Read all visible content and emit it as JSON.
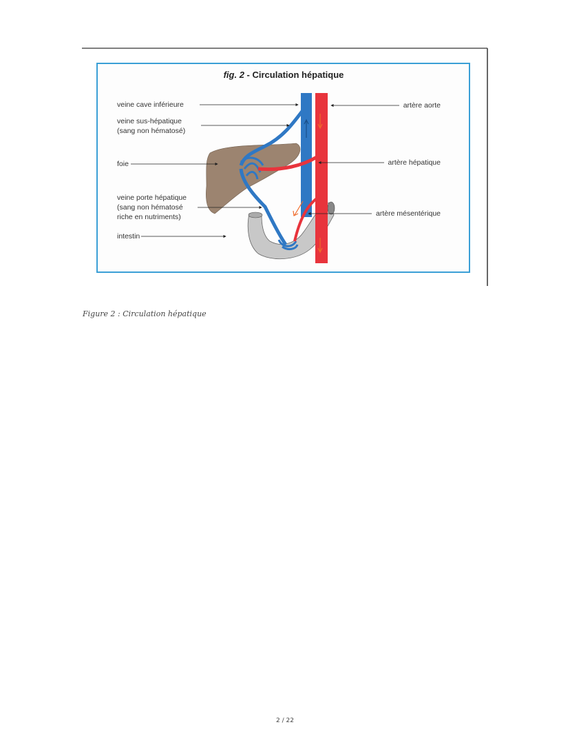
{
  "figure": {
    "title_prefix": "fig. 2",
    "title_sep": " - ",
    "title_main": "Circulation hépatique",
    "labels_left": {
      "veine_cave": "veine cave inférieure",
      "veine_sus_1": "veine sus-hépatique",
      "veine_sus_2": "(sang non hématosé)",
      "foie": "foie",
      "veine_porte_1": "veine porte hépatique",
      "veine_porte_2": "(sang non hématosé",
      "veine_porte_3": "riche en nutriments)",
      "intestin": "intestin"
    },
    "labels_right": {
      "aorte": "artère aorte",
      "hepatique": "artère hépatique",
      "mesenterique": "artère mésentérique"
    },
    "colors": {
      "vein": "#2f78c4",
      "artery": "#e8343c",
      "liver": "#9c8470",
      "intestine": "#c8c8c8",
      "frame": "#3a9fd6"
    }
  },
  "caption": "Figure 2 : Circulation hépatique",
  "page_number": "2 / 22"
}
